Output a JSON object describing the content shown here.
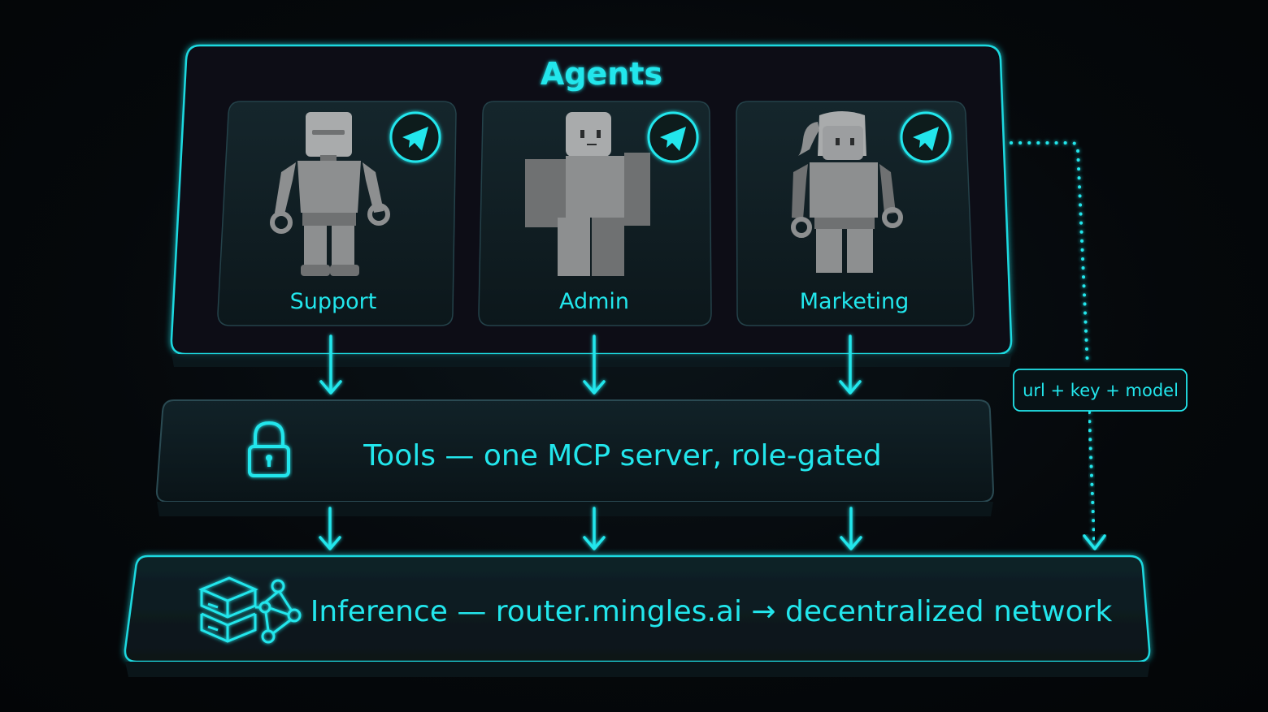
{
  "agents": {
    "title": "Agents",
    "items": [
      {
        "name": "Support",
        "icon": "telegram-icon",
        "figure": "robot-figure"
      },
      {
        "name": "Admin",
        "icon": "telegram-icon",
        "figure": "blocky-figure"
      },
      {
        "name": "Marketing",
        "icon": "telegram-icon",
        "figure": "ponytail-figure"
      }
    ]
  },
  "tools": {
    "label": "Tools — one MCP server, role-gated",
    "icon": "lock-icon"
  },
  "inference": {
    "label": "Inference — router.mingles.ai → decentralized network",
    "icon": "server-network-icon"
  },
  "side_link": {
    "label": "url + key + model"
  },
  "colors": {
    "accent": "#22e6ec",
    "panel": "#0d1a1f",
    "background": "#05080b",
    "figure": "#8d8f90"
  }
}
